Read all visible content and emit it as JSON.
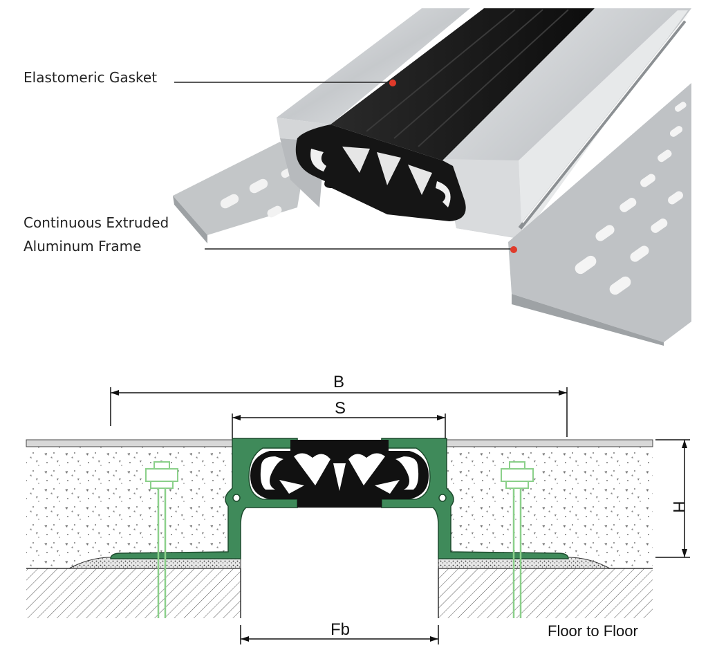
{
  "callouts": {
    "gasket": "Elastomeric Gasket",
    "frame_line1": "Continuous Extruded",
    "frame_line2": "Aluminum Frame"
  },
  "dimensions": {
    "overall_width": "B",
    "seal_width": "S",
    "height": "H",
    "gap": "Fb"
  },
  "caption": "Floor to Floor",
  "colors": {
    "frame_green": "#3f8a5a",
    "gasket_black": "#111111",
    "aluminum": "#c9ccce",
    "callout_dot": "#e03a2a",
    "anchor_green": "#8bd08a"
  }
}
